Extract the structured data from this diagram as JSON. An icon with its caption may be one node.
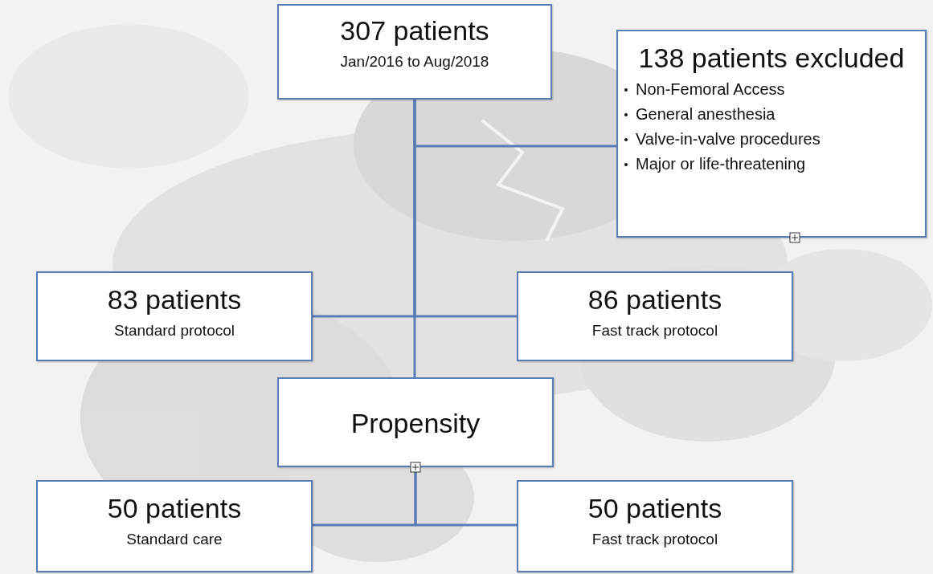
{
  "diagram": {
    "nodes": [
      {
        "text": [
          "307 patients",
          "Jan/2016 to Aug/2018"
        ]
      },
      {
        "text": [
          "138 patients excluded",
          "Non-Femoral Access",
          "General anesthesia",
          "Valve-in-valve procedures",
          "Major or life-threatening"
        ]
      },
      {
        "text": [
          "83 patients",
          "Standard protocol"
        ]
      },
      {
        "text": [
          "86 patients",
          "Fast track protocol"
        ]
      },
      {
        "text": [
          "Propensity"
        ]
      },
      {
        "text": [
          "50 patients",
          "Standard care"
        ]
      },
      {
        "text": [
          "50 patients",
          "Fast track protocol"
        ]
      }
    ],
    "edges": [
      {
        "from": 0,
        "to": 1,
        "arrow": "none"
      },
      {
        "from": 0,
        "to": 2,
        "arrow": "none"
      },
      {
        "from": 0,
        "to": 3,
        "arrow": "none"
      },
      {
        "from": 0,
        "to": 4,
        "arrow": "none"
      },
      {
        "from": 4,
        "to": 5,
        "arrow": "none"
      },
      {
        "from": 4,
        "to": 6,
        "arrow": "none"
      }
    ]
  }
}
